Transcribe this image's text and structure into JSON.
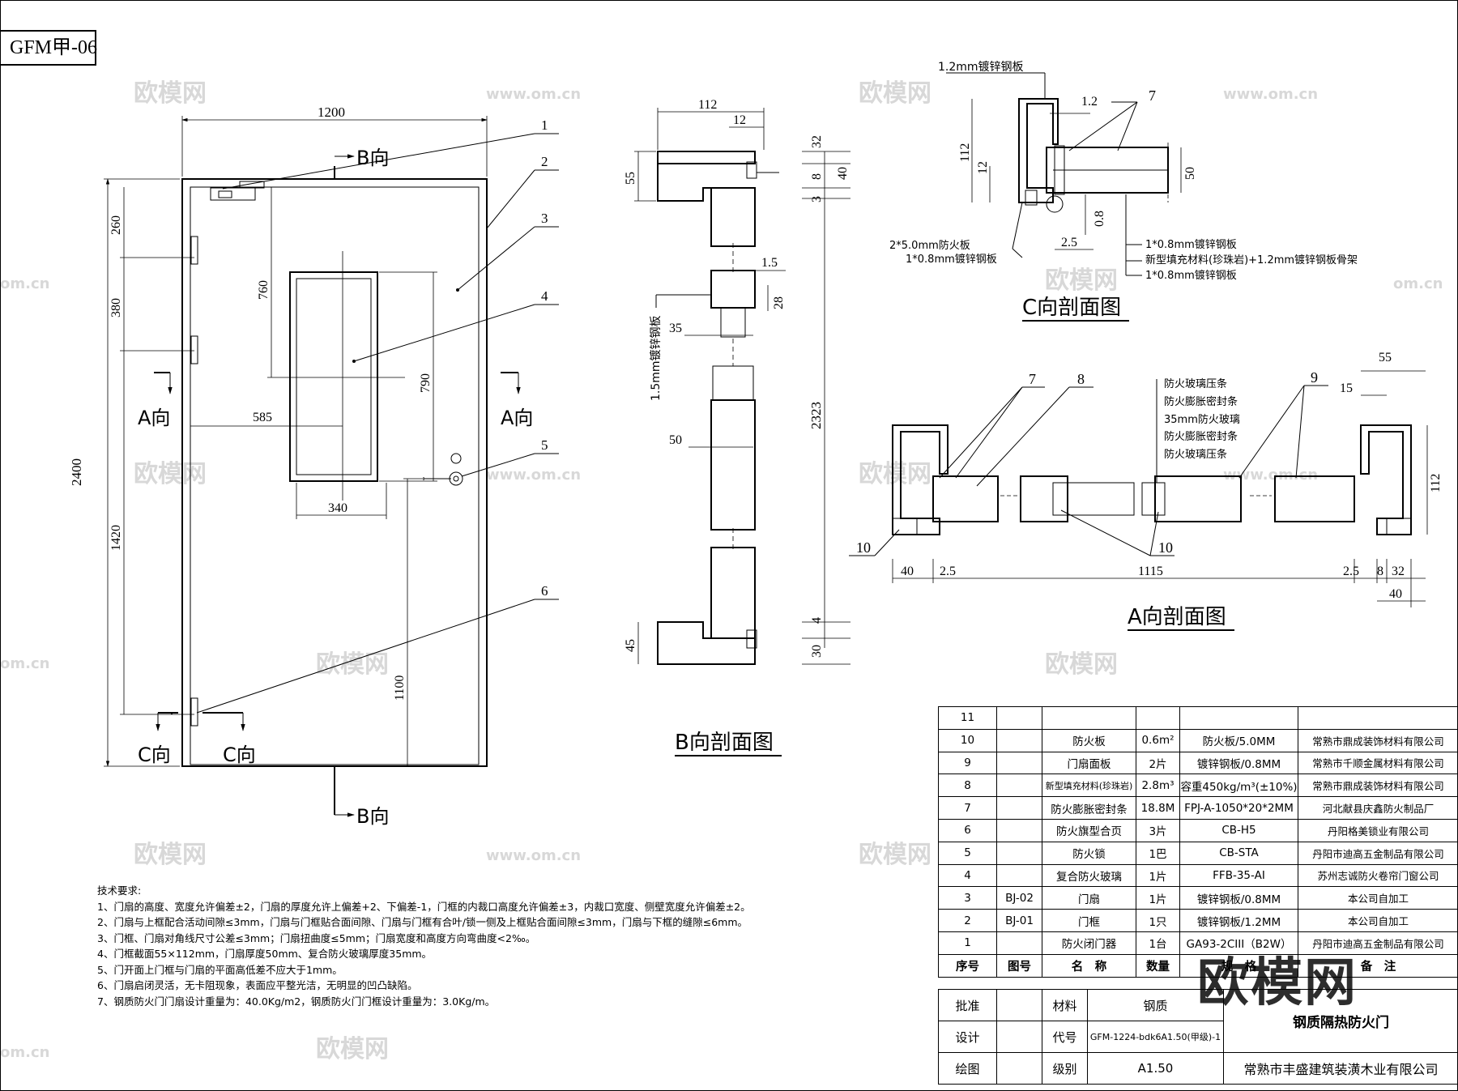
{
  "drawing_id": "GFM甲-06",
  "watermarks": [
    "欧模网",
    "www.om.cn",
    "om.cn"
  ],
  "big_watermark": "欧模网",
  "front_view": {
    "dims": {
      "width": "1200",
      "height": "2400",
      "d260": "260",
      "d380": "380",
      "d1420": "1420",
      "d760": "760",
      "d790": "790",
      "d585": "585",
      "d340": "340",
      "d1100": "1100"
    },
    "balloons": [
      "1",
      "2",
      "3",
      "4",
      "5",
      "6"
    ],
    "view_labels": {
      "b_top": "B向",
      "b_bottom": "B向",
      "a_left": "A向",
      "a_right": "A向",
      "c_left": "C向",
      "c_right": "C向"
    }
  },
  "b_section": {
    "title": "B向剖面图",
    "dims": {
      "w112": "112",
      "w12": "12",
      "d55": "55",
      "d32": "32",
      "d8": "8",
      "d40": "40",
      "d3": "3",
      "d1_5": "1.5",
      "d28": "28",
      "d35": "35",
      "d50": "50",
      "d2323": "2323",
      "d4": "4",
      "d30": "30",
      "d45": "45"
    },
    "plate_note": "1.5mm镀锌钢板"
  },
  "c_section": {
    "title": "C向剖面图",
    "top_note": "1.2mm镀锌钢板",
    "dims": {
      "d1_2": "1.2",
      "d112": "112",
      "d12": "12",
      "d50": "50",
      "d0_8": "0.8",
      "d2_5": "2.5"
    },
    "balloon": "7",
    "left_notes": [
      "2*5.0mm防火板",
      "1*0.8mm镀锌钢板"
    ],
    "right_notes": [
      "1*0.8mm镀锌钢板",
      "新型填充材料(珍珠岩)+1.2mm镀锌钢板骨架",
      "1*0.8mm镀锌钢板"
    ]
  },
  "a_section": {
    "title": "A向剖面图",
    "balloons": [
      "7",
      "8",
      "9",
      "10",
      "10"
    ],
    "glass_notes": [
      "防火玻璃压条",
      "防火膨胀密封条",
      "35mm防火玻璃",
      "防火膨胀密封条",
      "防火玻璃压条"
    ],
    "dims": {
      "d55": "55",
      "d15": "15",
      "d112": "112",
      "d40a": "40",
      "d2_5a": "2.5",
      "d1115": "1115",
      "d2_5b": "2.5",
      "d8": "8",
      "d32": "32",
      "d40b": "40"
    }
  },
  "notes": {
    "title": "技术要求:",
    "items": [
      "1、门扇的高度、宽度允许偏差±2，门扇的厚度允许上偏差+2、下偏差-1，门框的内裁口高度允许偏差±3，内裁口宽度、侧壁宽度允许偏差±2。",
      "2、门扇与上框配合活动间隙≤3mm，门扇与门框贴合面间隙、门扇与门框有合叶/锁一侧及上框贴合面间隙≤3mm，门扇与下框的缝隙≤6mm。",
      "3、门框、门扇对角线尺寸公差≤3mm；门扇扭曲度≤5mm；门扇宽度和高度方向弯曲度<2‰。",
      "4、门框截面55×112mm，门扇厚度50mm、复合防火玻璃厚度35mm。",
      "5、门开面上门框与门扇的平面高低差不应大于1mm。",
      "6、门扇启闭灵活，无卡阻现象，表面应平整光洁，无明显的凹凸缺陷。",
      "7、钢质防火门门扇设计重量为：40.0Kg/m2，钢质防火门门框设计重量为：3.0Kg/m。"
    ]
  },
  "bom": {
    "rows": [
      [
        "11",
        "",
        "",
        "",
        "",
        ""
      ],
      [
        "10",
        "",
        "防火板",
        "0.6m²",
        "防火板/5.0MM",
        "常熟市鼎成装饰材料有限公司"
      ],
      [
        "9",
        "",
        "门扇面板",
        "2片",
        "镀锌钢板/0.8MM",
        "常熟市千顺金属材料有限公司"
      ],
      [
        "8",
        "",
        "新型填充材料(珍珠岩)",
        "2.8m³",
        "容重450kg/m³(±10%)",
        "常熟市鼎成装饰材料有限公司"
      ],
      [
        "7",
        "",
        "防火膨胀密封条",
        "18.8M",
        "FPJ-A-1050*20*2MM",
        "河北献县庆鑫防火制品厂"
      ],
      [
        "6",
        "",
        "防火旗型合页",
        "3片",
        "CB-H5",
        "丹阳格美锁业有限公司"
      ],
      [
        "5",
        "",
        "防火锁",
        "1巴",
        "CB-STA",
        "丹阳市迪高五金制品有限公司"
      ],
      [
        "4",
        "",
        "复合防火玻璃",
        "1片",
        "FFB-35-AI",
        "苏州志诚防火卷帘门窗公司"
      ],
      [
        "3",
        "BJ-02",
        "门扇",
        "1片",
        "镀锌钢板/0.8MM",
        "本公司自加工"
      ],
      [
        "2",
        "BJ-01",
        "门框",
        "1只",
        "镀锌钢板/1.2MM",
        "本公司自加工"
      ],
      [
        "1",
        "",
        "防火闭门器",
        "1台",
        "GA93-2CIII（B2W）",
        "丹阳市迪高五金制品有限公司"
      ]
    ],
    "header": [
      "序号",
      "图号",
      "名　称",
      "数量",
      "规　格",
      "备　注"
    ]
  },
  "title_block": {
    "approve": "批准",
    "design": "设计",
    "draw": "绘图",
    "material_label": "材料",
    "material_value": "钢质",
    "code_label": "代号",
    "code_value": "GFM-1224-bdk6A1.50(甲级)-1",
    "grade_label": "级别",
    "grade_value": "A1.50",
    "product": "钢质隔热防火门",
    "company": "常熟市丰盛建筑装潢木业有限公司"
  }
}
